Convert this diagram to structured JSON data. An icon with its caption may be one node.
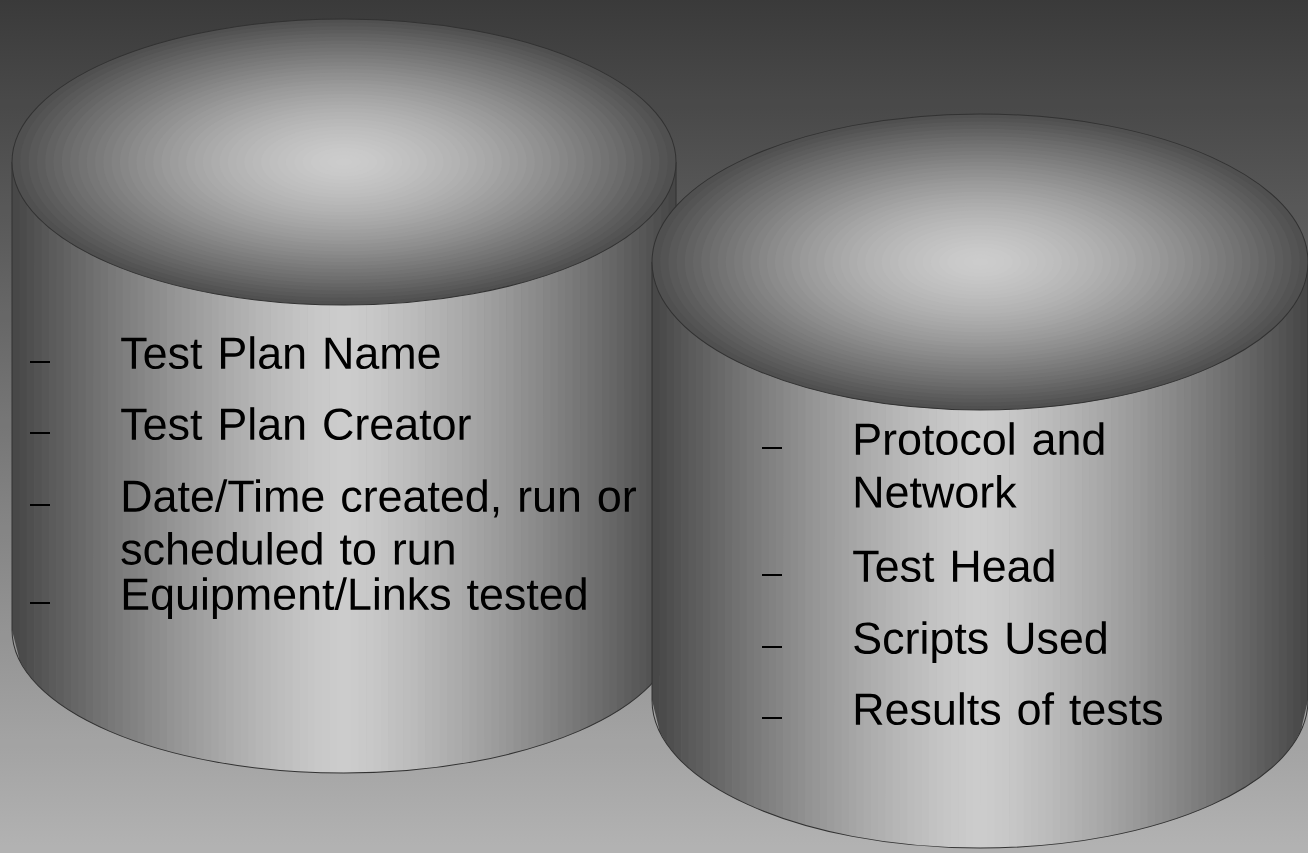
{
  "diagram": {
    "nodes": [
      {
        "text": [
          "Test Plan Name",
          "Test Plan Creator",
          "Date/Time created, run or scheduled to run",
          "Equipment/Links tested"
        ]
      },
      {
        "text": [
          "Protocol and Network",
          "Test Head",
          "Scripts Used",
          "Results of tests"
        ]
      }
    ]
  }
}
